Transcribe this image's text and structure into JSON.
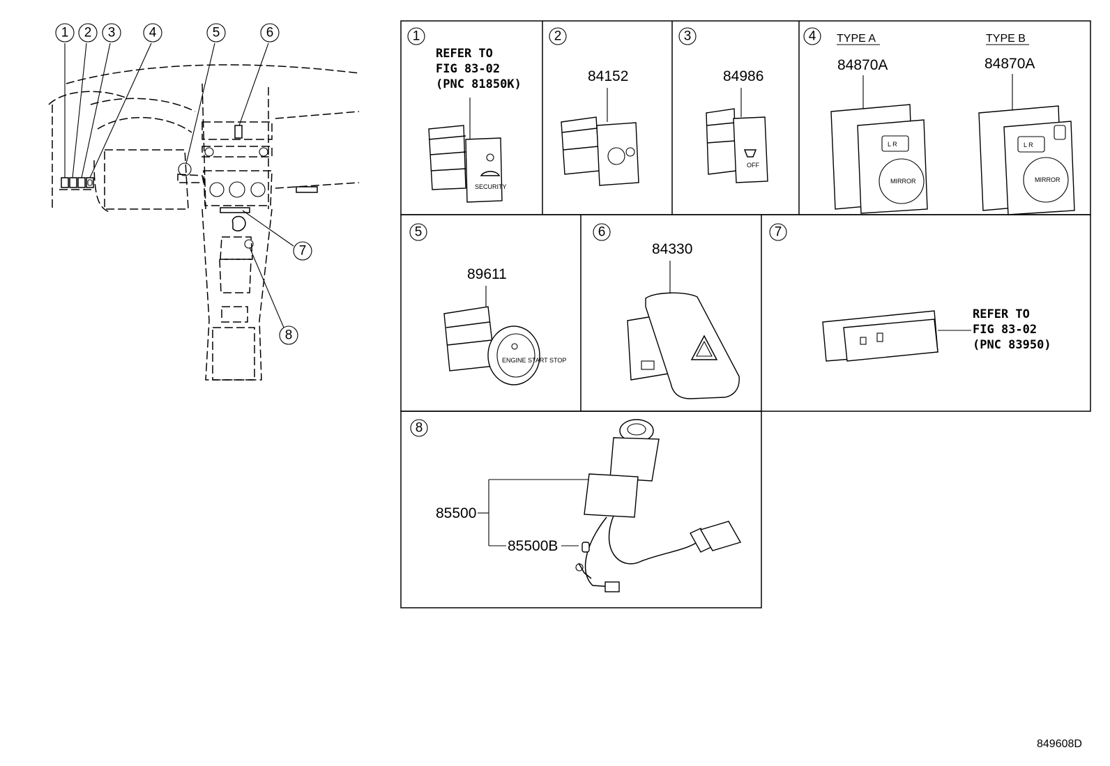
{
  "callouts": [
    "1",
    "2",
    "3",
    "4",
    "5",
    "6",
    "7",
    "8"
  ],
  "cells": {
    "c1": {
      "num": "1",
      "ref": [
        "REFER TO",
        "FIG 83-02",
        "(PNC 81850K)"
      ],
      "icon_text": "SECURITY"
    },
    "c2": {
      "num": "2",
      "part": "84152"
    },
    "c3": {
      "num": "3",
      "part": "84986",
      "icon_text": "OFF"
    },
    "c4": {
      "num": "4",
      "type_a": "TYPE A",
      "type_b": "TYPE B",
      "part_a": "84870A",
      "part_b": "84870A",
      "lr": "L R",
      "mirror": "MIRROR"
    },
    "c5": {
      "num": "5",
      "part": "89611",
      "icon_text": "ENGINE START STOP"
    },
    "c6": {
      "num": "6",
      "part": "84330"
    },
    "c7": {
      "num": "7",
      "ref": [
        "REFER TO",
        "FIG 83-02",
        "(PNC 83950)"
      ]
    },
    "c8": {
      "num": "8",
      "part_a": "85500",
      "part_b": "85500B"
    }
  },
  "figure_id": "849608D"
}
